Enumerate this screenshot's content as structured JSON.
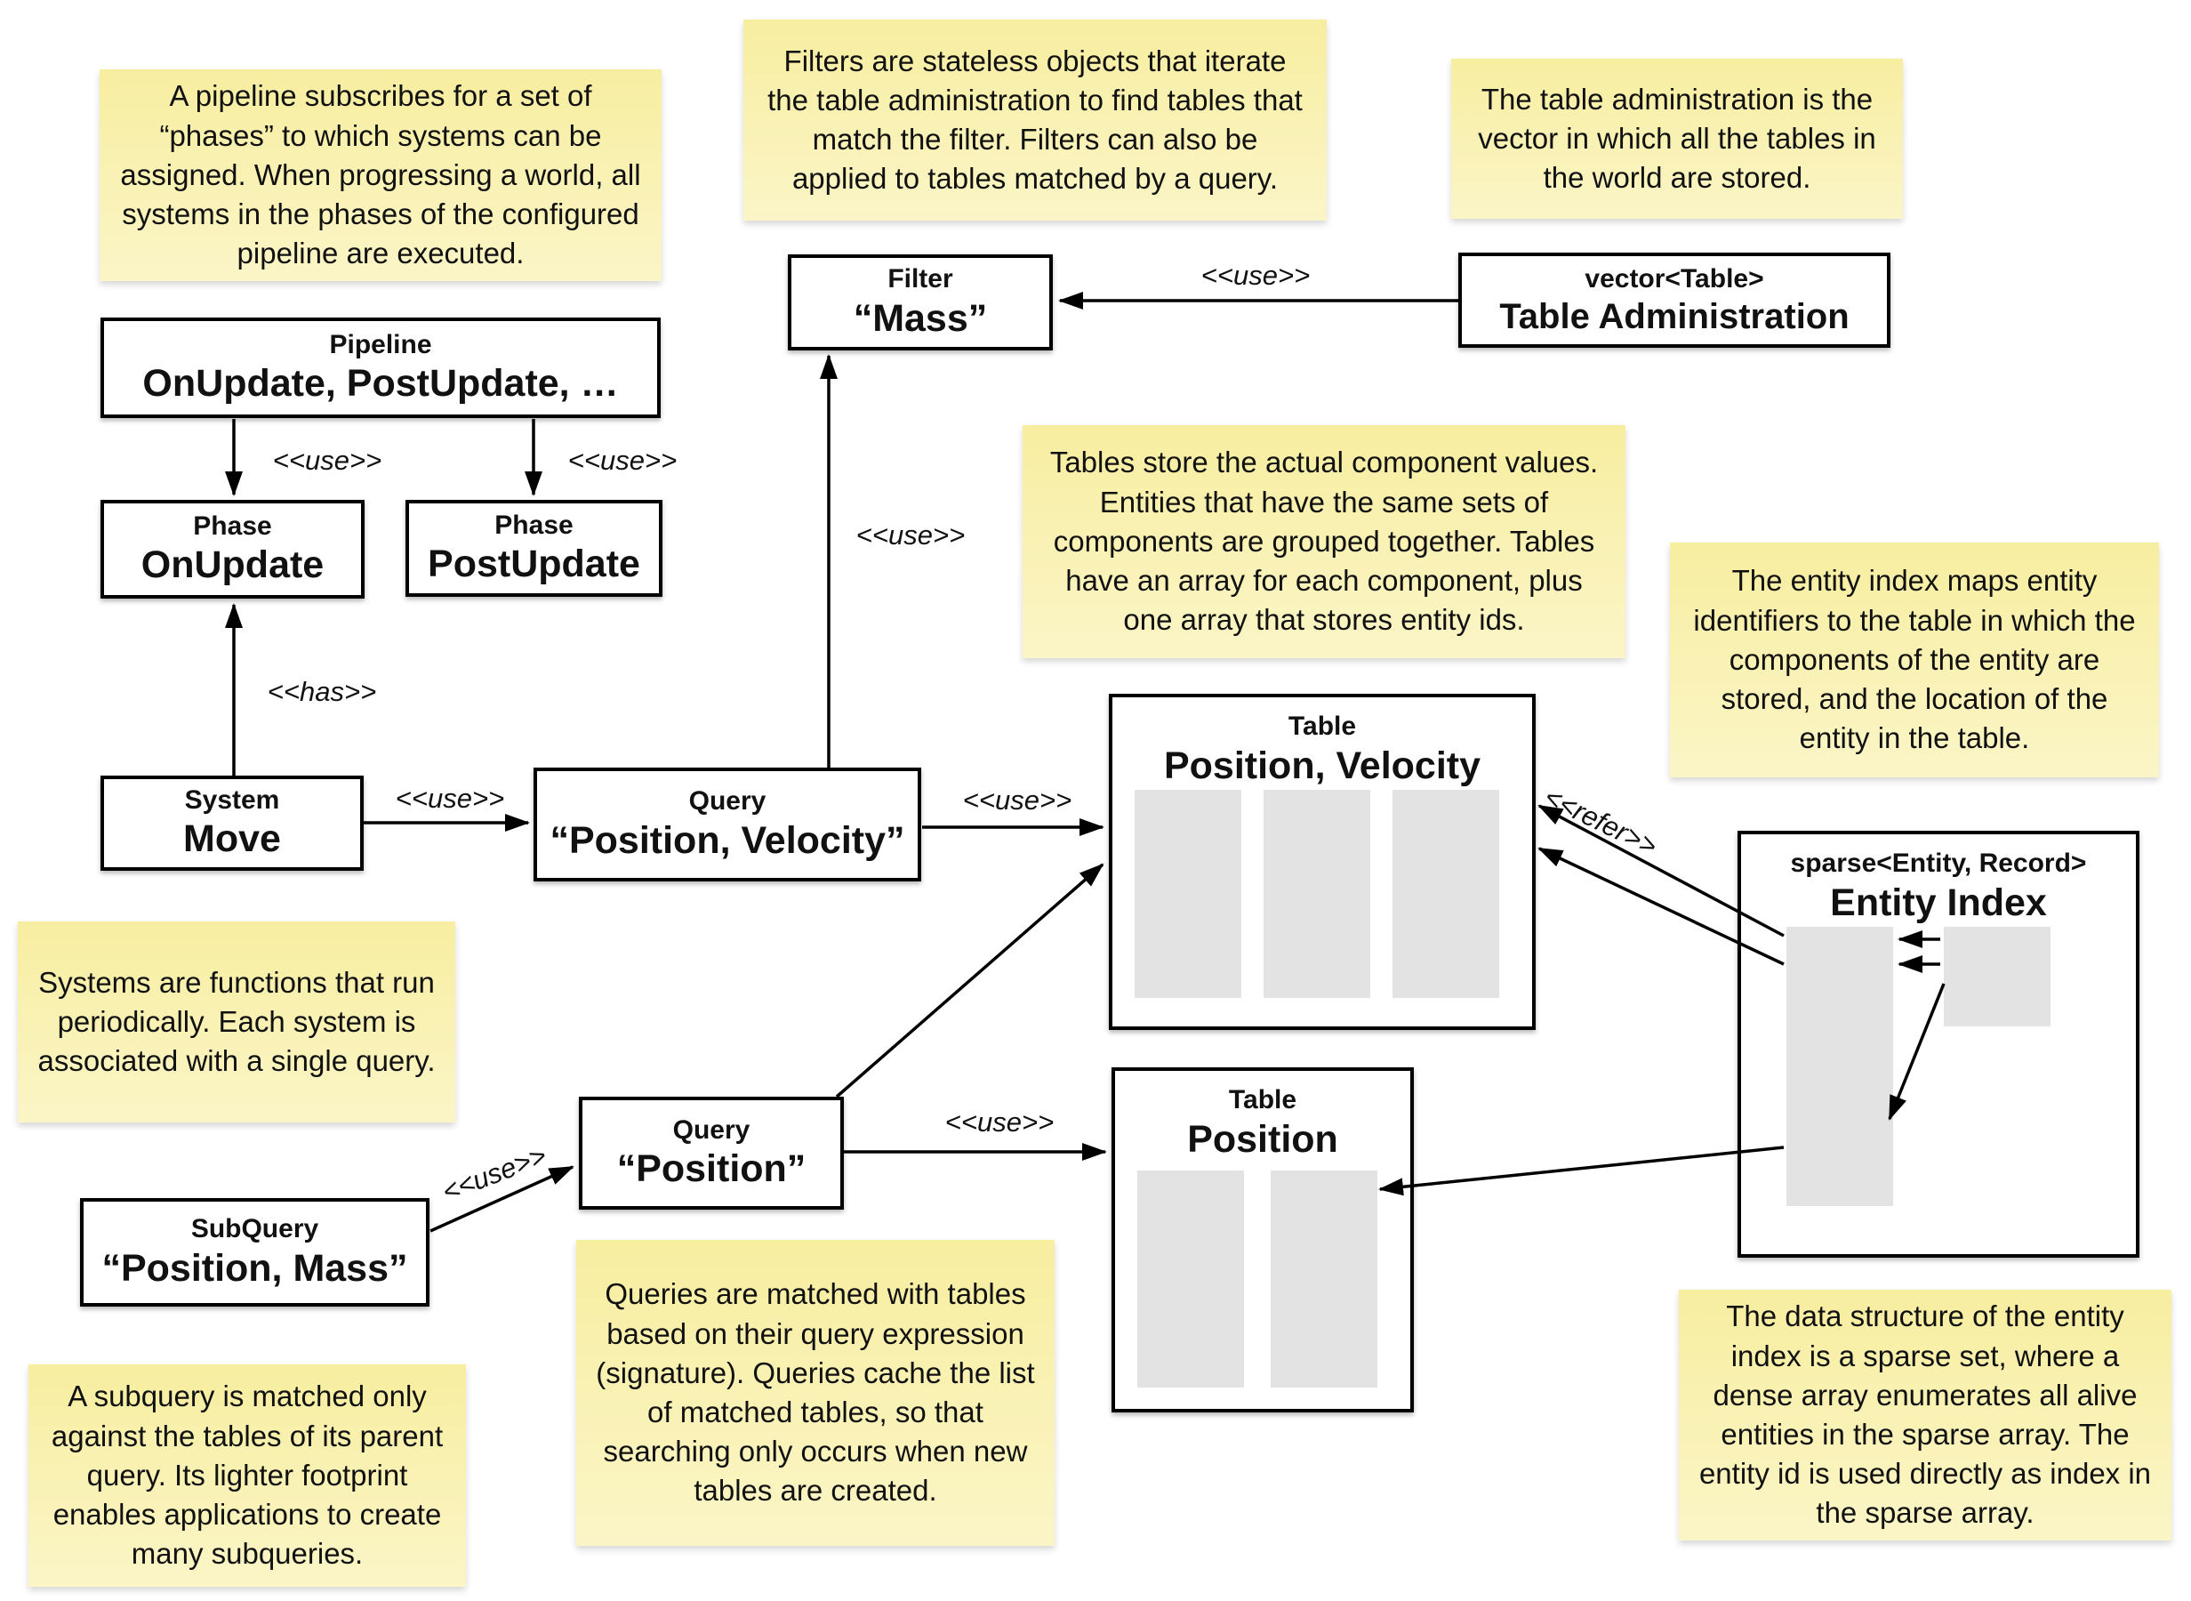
{
  "notes": {
    "pipeline": "A pipeline subscribes for a set of “phases” to which systems can be assigned. When progressing a world, all systems in the phases of the configured pipeline are executed.",
    "filters": "Filters are stateless objects that iterate the table administration to find tables that match the filter. Filters can also be applied to tables matched by a query.",
    "table_admin": "The table administration is the vector in which all the tables in the world are stored.",
    "tables": "Tables store the actual component values. Entities that have the same sets of components are grouped together. Tables have an array for each component, plus one array that stores entity ids.",
    "entity_index": "The entity index maps entity identifiers to the table in which the components of the entity are stored, and the location of the entity in the table.",
    "systems": "Systems are functions that run periodically. Each system is associated with a single query.",
    "queries": "Queries are matched with tables based on their query expression (signature). Queries cache the list of matched tables, so that searching only occurs when new tables are created.",
    "subquery": "A subquery is matched only against the tables of its parent query. Its lighter footprint enables applications to create many subqueries.",
    "sparse_set": "The data structure of the entity index is a sparse set, where a dense array enumerates all alive entities in the sparse array. The entity id is used directly as index in the sparse array."
  },
  "boxes": {
    "pipeline": {
      "stereotype": "Pipeline",
      "name": "OnUpdate, PostUpdate, …"
    },
    "phase_onupdate": {
      "stereotype": "Phase",
      "name": "OnUpdate"
    },
    "phase_postupdate": {
      "stereotype": "Phase",
      "name": "PostUpdate"
    },
    "filter_mass": {
      "stereotype": "Filter",
      "name": "“Mass”"
    },
    "table_admin": {
      "stereotype": "vector<Table>",
      "name": "Table Administration"
    },
    "system_move": {
      "stereotype": "System",
      "name": "Move"
    },
    "query_pos_vel": {
      "stereotype": "Query",
      "name": "“Position, Velocity”"
    },
    "query_pos": {
      "stereotype": "Query",
      "name": "“Position”"
    },
    "subquery": {
      "stereotype": "SubQuery",
      "name": "“Position, Mass”"
    },
    "table_pos_vel": {
      "stereotype": "Table",
      "name": "Position, Velocity"
    },
    "table_pos": {
      "stereotype": "Table",
      "name": "Position"
    },
    "entity_index": {
      "stereotype": "sparse<Entity, Record>",
      "name": "Entity Index"
    }
  },
  "edge_labels": {
    "use": "<<use>>",
    "has": "<<has>>",
    "refer": "<<refer>>"
  },
  "colors": {
    "note_top": "#f7eea0",
    "note_bottom": "#fbf5c7",
    "column_gray": "#e3e3e3",
    "line": "#000000"
  }
}
